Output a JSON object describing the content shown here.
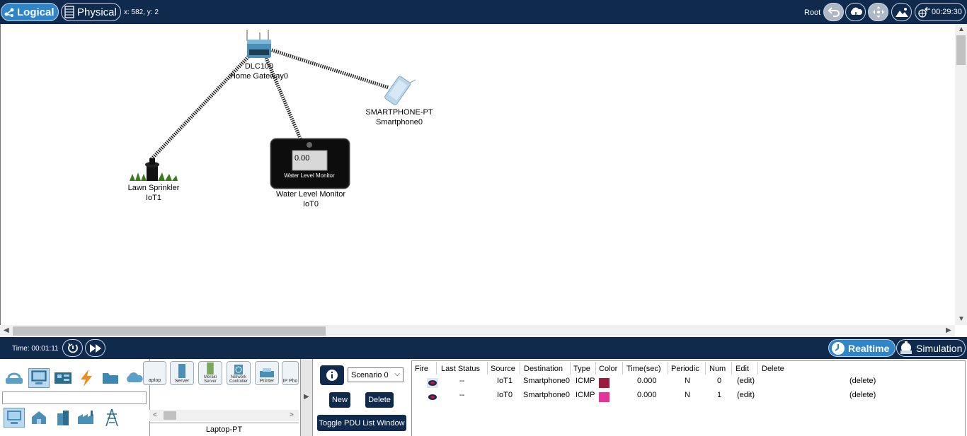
{
  "toolbar": {
    "logical_label": "Logical",
    "physical_label": "Physical",
    "coords": "x: 582, y: 2",
    "root_label": "Root",
    "clock": "00:29:30"
  },
  "devices": [
    {
      "model": "DLC100",
      "name": "Home Gateway0"
    },
    {
      "model": "SMARTPHONE-PT",
      "name": "Smartphone0"
    },
    {
      "model": "Lawn Sprinkler",
      "name": "IoT1"
    },
    {
      "model": "Water Level Monitor",
      "name": "IoT0",
      "display_value": "0.00",
      "panel_text": "Water Level Monitor"
    }
  ],
  "timebar": {
    "time": "Time: 00:01:11",
    "realtime_label": "Realtime",
    "simulation_label": "Simulation"
  },
  "device_panel": {
    "tiles": [
      "aptop",
      "Server",
      "Meraki Server",
      "Network Controller",
      "Printer",
      "IP Pho"
    ],
    "selected_device": "Laptop-PT"
  },
  "scenario": {
    "selected": "Scenario 0",
    "new_label": "New",
    "delete_label": "Delete",
    "toggle_label": "Toggle PDU List Window"
  },
  "pdu_list": {
    "headers": [
      "Fire",
      "Last Status",
      "Source",
      "Destination",
      "Type",
      "Color",
      "Time(sec)",
      "Periodic",
      "Num",
      "Edit",
      "Delete"
    ],
    "rows": [
      {
        "last_status": "--",
        "source": "IoT1",
        "destination": "Smartphone0",
        "type": "ICMP",
        "color": "#9b1c3c",
        "time": "0.000",
        "periodic": "N",
        "num": "0",
        "edit": "(edit)",
        "delete": "(delete)"
      },
      {
        "last_status": "--",
        "source": "IoT0",
        "destination": "Smartphone0",
        "type": "ICMP",
        "color": "#e8349a",
        "time": "0.000",
        "periodic": "N",
        "num": "1",
        "edit": "(edit)",
        "delete": "(delete)"
      }
    ]
  },
  "colors": {
    "bar": "#0f2a4d",
    "accent": "#2e86c9"
  }
}
